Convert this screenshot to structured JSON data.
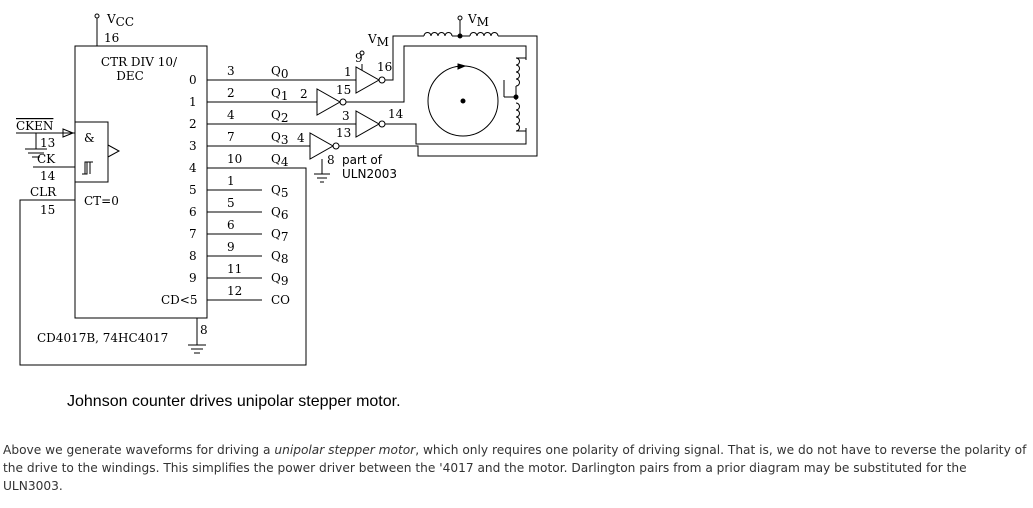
{
  "diagram": {
    "vcc_label": "V",
    "vcc_sub": "CC",
    "vcc_pin": "16",
    "chip_header_1": "CTR DIV 10/",
    "chip_header_2": "DEC",
    "ckena_label": "CKEN",
    "ckena_pin": "13",
    "ck_label": "CK",
    "ck_pin": "14",
    "clr_label": "CLR",
    "clr_pin": "15",
    "and_symbol": "&",
    "ct_label": "CT=0",
    "cd_label": "CD<5",
    "gnd_pin": "8",
    "chip_part": "CD4017B, 74HC4017",
    "outputs": [
      {
        "index": "0",
        "pin": "3",
        "q": "Q",
        "sub": "0"
      },
      {
        "index": "1",
        "pin": "2",
        "q": "Q",
        "sub": "1"
      },
      {
        "index": "2",
        "pin": "4",
        "q": "Q",
        "sub": "2"
      },
      {
        "index": "3",
        "pin": "7",
        "q": "Q",
        "sub": "3"
      },
      {
        "index": "4",
        "pin": "10",
        "q": "Q",
        "sub": "4"
      },
      {
        "index": "5",
        "pin": "1",
        "q": "Q",
        "sub": "5"
      },
      {
        "index": "6",
        "pin": "5",
        "q": "Q",
        "sub": "6"
      },
      {
        "index": "7",
        "pin": "6",
        "q": "Q",
        "sub": "7"
      },
      {
        "index": "8",
        "pin": "9",
        "q": "Q",
        "sub": "8"
      },
      {
        "index": "9",
        "pin": "11",
        "q": "Q",
        "sub": "9"
      },
      {
        "index": "CD<5",
        "pin": "12",
        "q": "CO",
        "sub": ""
      }
    ],
    "buffers": [
      {
        "in_pin": "1",
        "out_pin": "16"
      },
      {
        "in_pin": "2",
        "out_pin": "15"
      },
      {
        "in_pin": "3",
        "out_pin": "14"
      },
      {
        "in_pin": "4",
        "out_pin": "13"
      }
    ],
    "vm_label": "V",
    "vm_sub": "M",
    "buffer_vm_pin": "9",
    "buffer_gnd_pin": "8",
    "buffer_part_1": "part of",
    "buffer_part_2": "ULN2003"
  },
  "caption": "Johnson counter drives unipolar stepper motor.",
  "paragraph": {
    "before": "Above we generate waveforms for driving a ",
    "emphasis": "unipolar stepper motor",
    "after": ", which only requires one polarity of driving signal. That is, we do not have to reverse the polarity of the drive to the windings. This simplifies the power driver between the '4017 and the motor. Darlington pairs from a prior diagram may be substituted for the ULN3003."
  }
}
